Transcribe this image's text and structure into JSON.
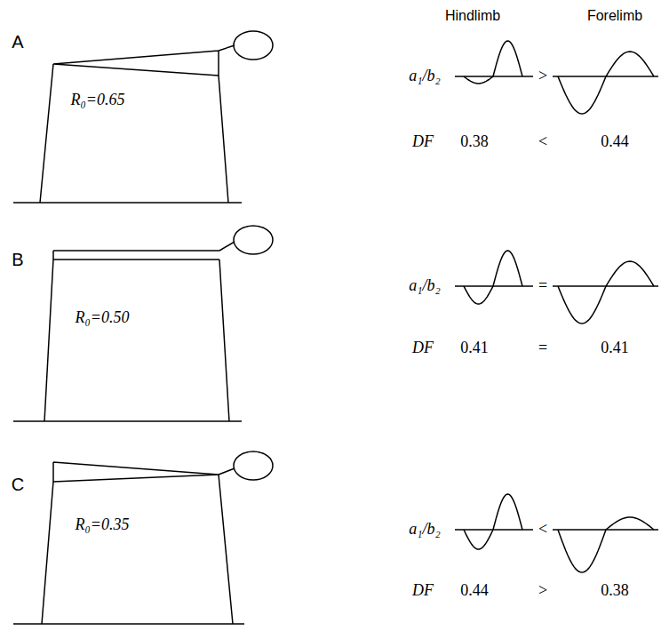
{
  "diagram": {
    "nodes": [
      {
        "text": [
          "R₀=0.65"
        ]
      },
      {
        "text": [
          "R₀=0.50"
        ]
      },
      {
        "text": [
          "R₀=0.35"
        ]
      }
    ],
    "labels": [
      "A",
      "Hindlimb",
      "Forelimb",
      "a₁/b₂",
      ">",
      "DF",
      "0.38",
      "<",
      "0.44",
      "B",
      "a₁/b₂",
      "=",
      "DF",
      "0.41",
      "=",
      "0.41",
      "C",
      "a₁/b₂",
      "<",
      "DF",
      "0.44",
      ">",
      "0.38"
    ]
  }
}
